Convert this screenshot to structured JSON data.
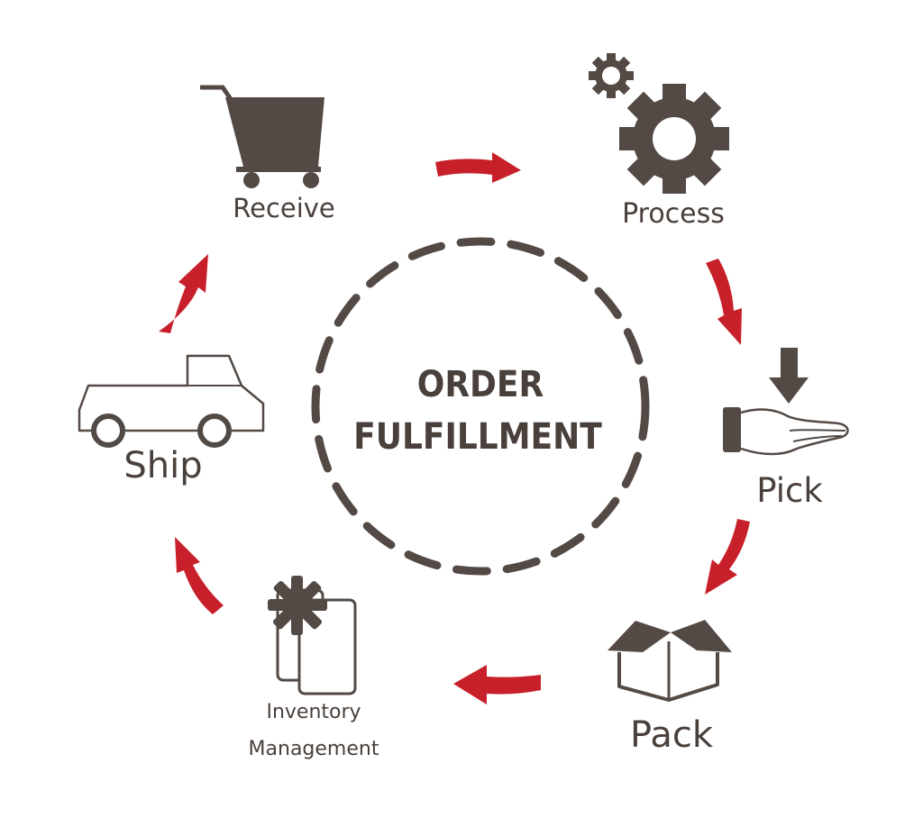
{
  "title_lines": [
    "ORDER",
    "FULFILLMENT"
  ],
  "steps": [
    {
      "label": "Receive",
      "icon": "shopping-cart-icon"
    },
    {
      "label": "Process",
      "icon": "gears-icon"
    },
    {
      "label": "Pick",
      "icon": "hand-receive-icon"
    },
    {
      "label": "Pack",
      "icon": "open-box-icon"
    },
    {
      "label_lines": [
        "Inventory",
        "Management"
      ],
      "icon": "inventory-documents-icon"
    },
    {
      "label": "Ship",
      "icon": "pickup-truck-icon"
    }
  ],
  "colors": {
    "icon": "#534a45",
    "text": "#4a403b",
    "arrow": "#c8202a",
    "background": "#ffffff"
  },
  "flow_direction": "clockwise"
}
